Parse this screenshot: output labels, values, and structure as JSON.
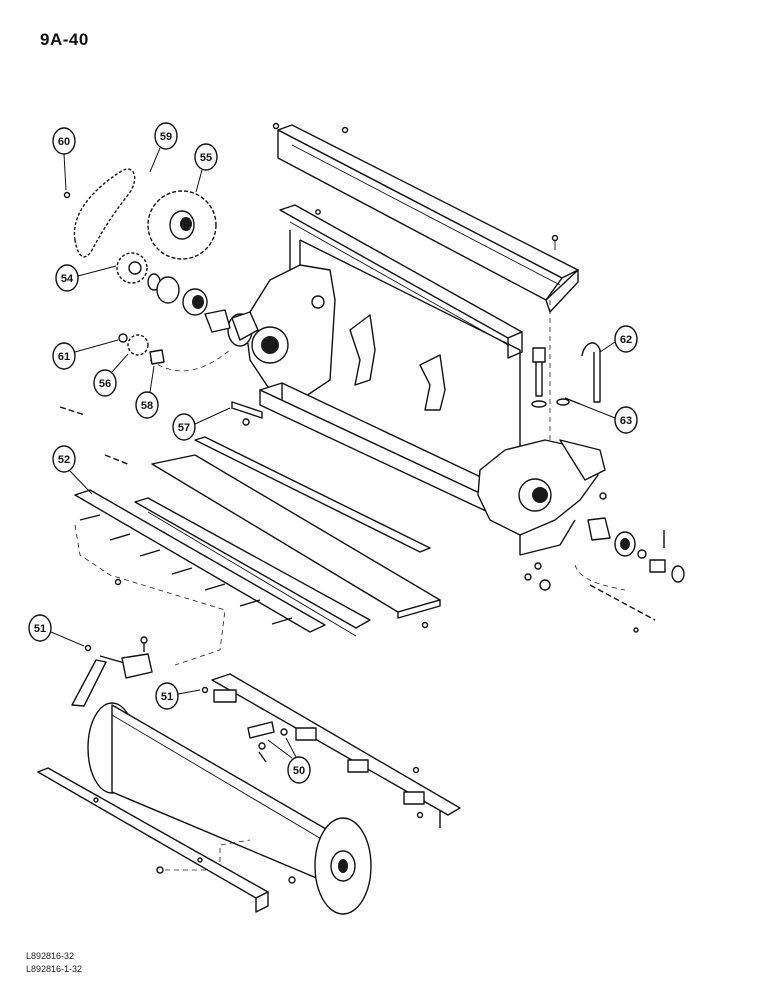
{
  "page": {
    "number": "9A-40",
    "references": [
      "L892816-32",
      "L892816-1-32"
    ]
  },
  "callouts": [
    {
      "id": "c60",
      "label": "60"
    },
    {
      "id": "c59",
      "label": "59"
    },
    {
      "id": "c55",
      "label": "55"
    },
    {
      "id": "c54",
      "label": "54"
    },
    {
      "id": "c61",
      "label": "61"
    },
    {
      "id": "c56",
      "label": "56"
    },
    {
      "id": "c58",
      "label": "58"
    },
    {
      "id": "c57",
      "label": "57"
    },
    {
      "id": "c62",
      "label": "62"
    },
    {
      "id": "c63",
      "label": "63"
    },
    {
      "id": "c52",
      "label": "52"
    },
    {
      "id": "c51a",
      "label": "51"
    },
    {
      "id": "c51b",
      "label": "51"
    },
    {
      "id": "c50",
      "label": "50"
    }
  ],
  "colors": {
    "ink": "#111111",
    "paper": "#ffffff"
  }
}
